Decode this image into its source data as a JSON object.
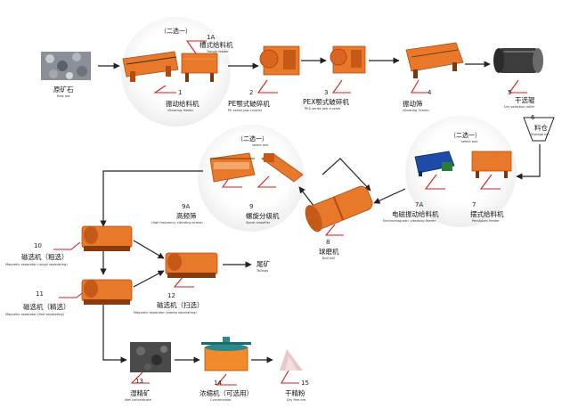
{
  "choice_label": "（二选一）",
  "choice_sub": "select one",
  "nodes": {
    "raw_ore": {
      "cn": "原矿石",
      "en": "Raw ore"
    },
    "n1a": {
      "num": "1A",
      "cn": "槽式给料机",
      "en": "Trough feeder"
    },
    "n1": {
      "num": "1",
      "cn": "振动给料机",
      "en": "Vibrating feeder"
    },
    "n2": {
      "num": "2",
      "cn": "PE颚式破碎机",
      "en": "PE series jaw crusher"
    },
    "n3": {
      "num": "3",
      "cn": "PEX颚式破碎机",
      "en": "PEX series jaw crusher"
    },
    "n4": {
      "num": "4",
      "cn": "振动筛",
      "en": "Vibrating Screen"
    },
    "n5": {
      "num": "5",
      "cn": "干选辊",
      "en": "Dry selection roller"
    },
    "n6": {
      "num": "6",
      "cn": "料仓",
      "en": "Storage bin"
    },
    "n7a": {
      "num": "7A",
      "cn": "电磁振动给料机",
      "en": "Electromagnetic vibrating feeder"
    },
    "n7": {
      "num": "7",
      "cn": "摆式给料机",
      "en": "Pendulum feeder"
    },
    "n8": {
      "num": "8",
      "cn": "球磨机",
      "en": "Ball mill"
    },
    "n9": {
      "num": "9",
      "cn": "螺旋分级机",
      "en": "Spiral classifier"
    },
    "n9a": {
      "num": "9A",
      "cn": "高频筛",
      "en": "High frequency vibrating screen"
    },
    "n10": {
      "num": "10",
      "cn": "磁选机（粗选）",
      "en": "Magnetic separator (rough separating)"
    },
    "n11": {
      "num": "11",
      "cn": "磁选机（精选）",
      "en": "Magnetic separator (fine separating)"
    },
    "n12": {
      "num": "12",
      "cn": "磁选机（扫选）",
      "en": "Magnetic separator (sweep separating)"
    },
    "tailings": {
      "cn": "尾矿",
      "en": "Tailings"
    },
    "n13": {
      "num": "13",
      "cn": "湿精矿",
      "en": "Wet concentrate"
    },
    "n14": {
      "num": "14",
      "cn": "浓缩机（可选用）",
      "en": "Concentrator"
    },
    "n15": {
      "num": "15",
      "cn": "干精粉",
      "en": "Dry fine ore"
    }
  },
  "colors": {
    "machine_orange": "#e8782a",
    "machine_dark": "#b84a10",
    "leader_red": "#d81e1e",
    "arrow": "#222222",
    "ore_gray": "#8a8f98",
    "tank_orange": "#f08a2a",
    "tank_teal": "#2e8a8a",
    "powder": "#e8c8cc"
  }
}
